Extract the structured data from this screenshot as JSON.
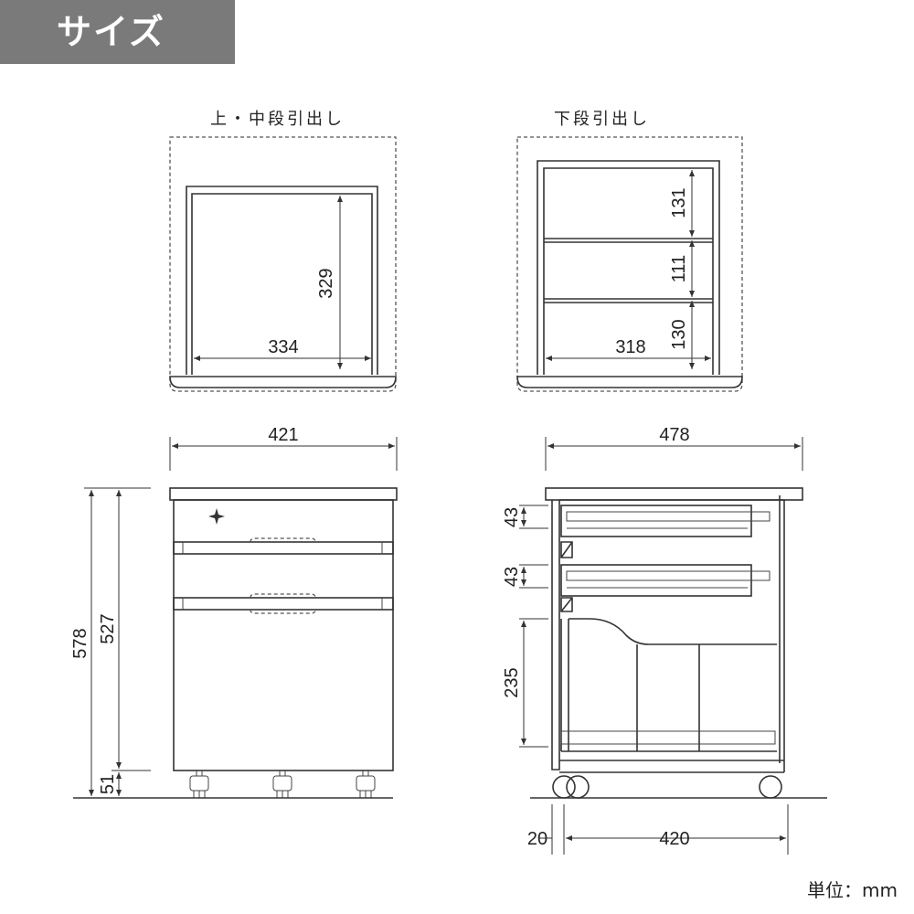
{
  "header": {
    "title": "サイズ"
  },
  "upper_drawer": {
    "title": "上・中段引出し",
    "height": "329",
    "width": "334"
  },
  "lower_drawer": {
    "title": "下段引出し",
    "heights": [
      "131",
      "111",
      "130"
    ],
    "width": "318"
  },
  "front_view": {
    "width": "421",
    "total_height": "578",
    "body_height": "527",
    "caster_height": "51"
  },
  "side_view": {
    "depth": "478",
    "drawer_heights": [
      "43",
      "43",
      "235"
    ],
    "offset": "20",
    "wheel_base": "420"
  },
  "unit": "単位：mm"
}
